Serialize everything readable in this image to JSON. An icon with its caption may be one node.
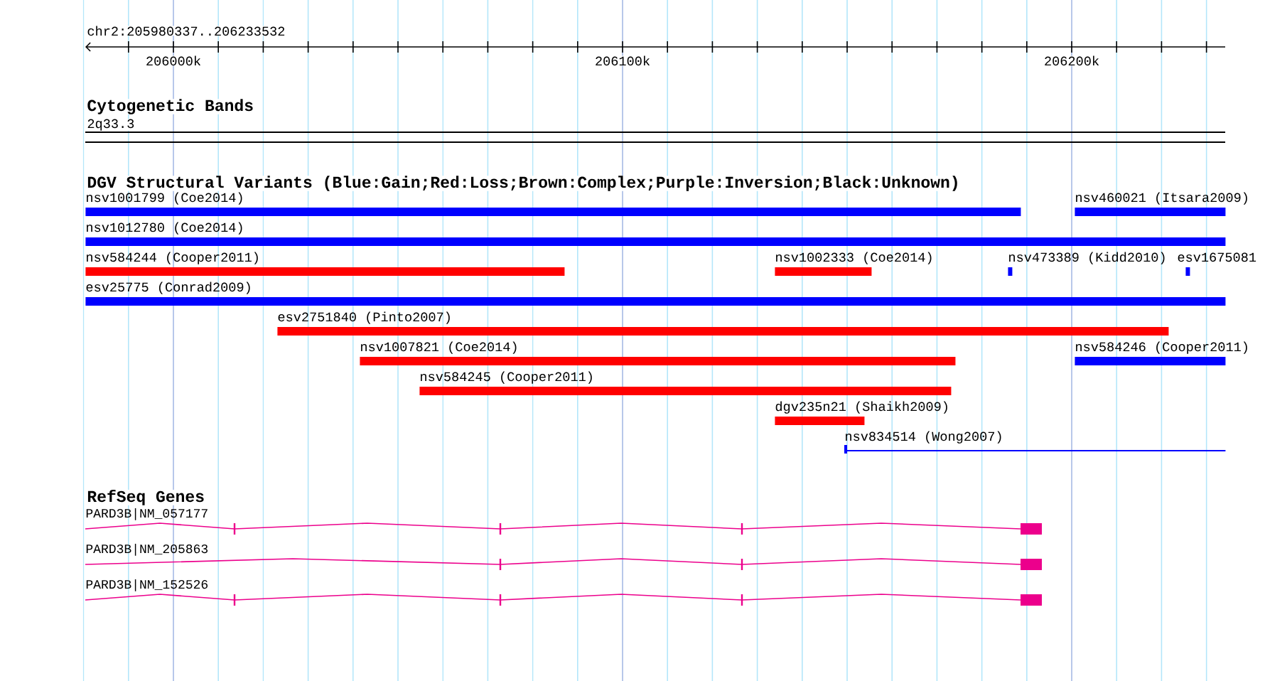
{
  "diagram": {
    "nodes": [
      {
        "text": [
          "nsv1001799 (Coe2014)"
        ]
      },
      {
        "text": [
          "nsv460021 (Itsara2009)"
        ]
      },
      {
        "text": [
          "nsv1012780 (Coe2014)"
        ]
      },
      {
        "text": [
          "nsv584244 (Cooper2011)"
        ]
      },
      {
        "text": [
          "nsv1002333 (Coe2014)"
        ]
      },
      {
        "text": [
          "nsv473389 (Kidd2010)"
        ]
      },
      {
        "text": [
          "esv1675081"
        ]
      },
      {
        "text": [
          "esv25775 (Conrad2009)"
        ]
      },
      {
        "text": [
          "esv2751840 (Pinto2007)"
        ]
      },
      {
        "text": [
          "nsv1007821 (Coe2014)"
        ]
      },
      {
        "text": [
          "nsv584246 (Cooper2011)"
        ]
      },
      {
        "text": [
          "nsv584245 (Cooper2011)"
        ]
      },
      {
        "text": [
          "dgv235n21 (Shaikh2009)"
        ]
      },
      {
        "text": [
          "nsv834514 (Wong2007)"
        ]
      },
      {
        "text": [
          "PARD3B|NM_057177"
        ]
      },
      {
        "text": [
          "PARD3B|NM_205863"
        ]
      },
      {
        "text": [
          "PARD3B|NM_152526"
        ]
      }
    ],
    "labels": [
      "chr2:205980337..206233532",
      "206000k",
      "206100k",
      "206200k",
      "Cytogenetic Bands",
      "2q33.3",
      "DGV Structural Variants (Blue:Gain;Red:Loss;Brown:Complex;Purple:Inversion;Black:Unknown)",
      "RefSeq Genes"
    ]
  }
}
